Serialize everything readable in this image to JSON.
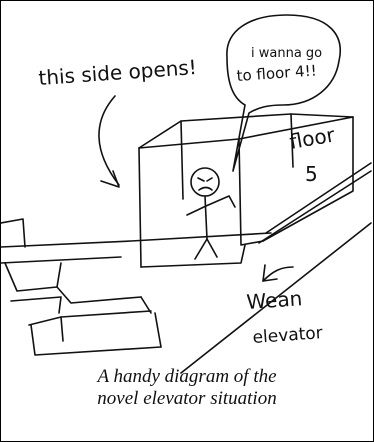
{
  "annotations": {
    "opens": "this side opens!",
    "speech_line1": "i wanna go",
    "speech_line2": "to floor 4!!",
    "floor_line1": "floor",
    "floor_line2": "5",
    "mean_line1": "Wean",
    "mean_line2": "elevator"
  },
  "caption": {
    "line1": "A handy diagram of  the",
    "line2": "novel elevator situation"
  }
}
